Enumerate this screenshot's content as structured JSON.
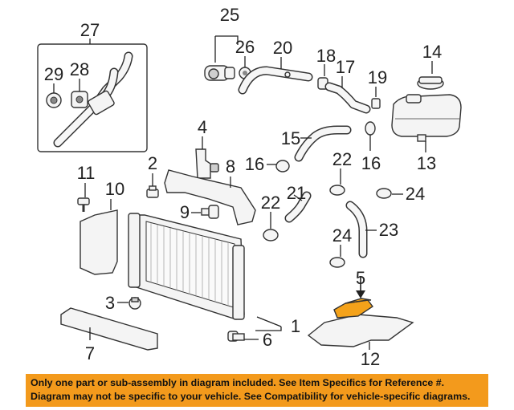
{
  "callouts": {
    "c1": "1",
    "c2": "2",
    "c3": "3",
    "c4": "4",
    "c5": "5",
    "c6": "6",
    "c7": "7",
    "c8": "8",
    "c9": "9",
    "c10": "10",
    "c11": "11",
    "c12": "12",
    "c13": "13",
    "c14": "14",
    "c15": "15",
    "c16a": "16",
    "c16b": "16",
    "c17": "17",
    "c18": "18",
    "c19": "19",
    "c20": "20",
    "c21": "21",
    "c22a": "22",
    "c22b": "22",
    "c23": "23",
    "c24a": "24",
    "c24b": "24",
    "c25": "25",
    "c26": "26",
    "c27": "27",
    "c28": "28",
    "c29": "29"
  },
  "highlight_color": "#f4a21a",
  "banner": {
    "color": "#f39a1c",
    "line1": "Only one part or sub-assembly in diagram included. See Item Specifics for Reference #.",
    "line2": "Diagram may not be specific to your vehicle. See Compatibility for vehicle-specific diagrams."
  }
}
